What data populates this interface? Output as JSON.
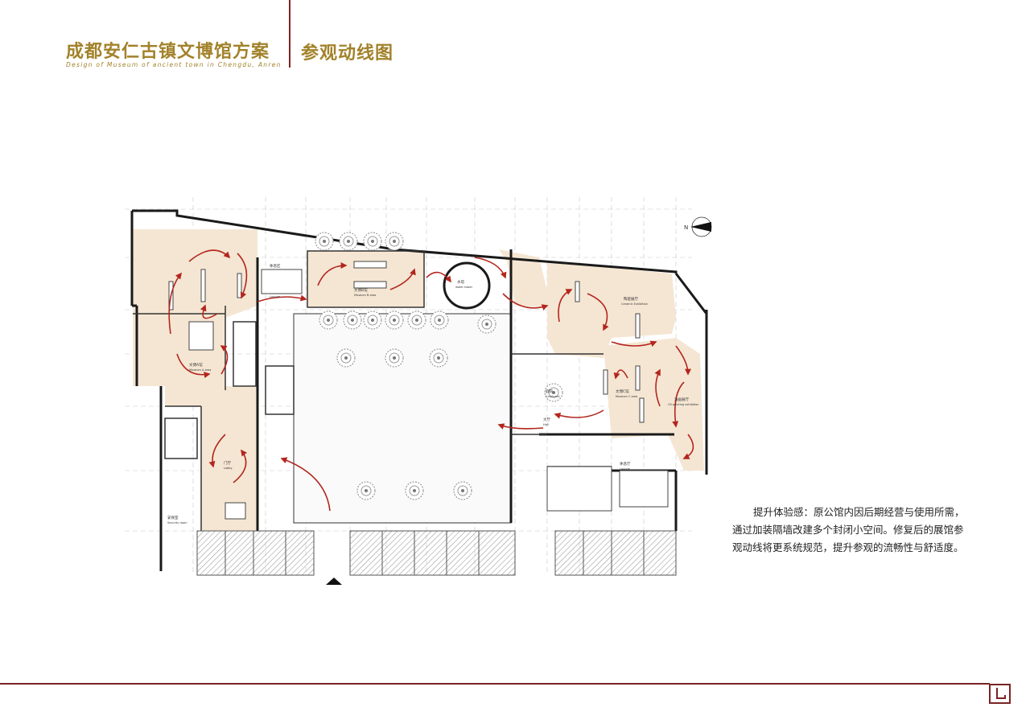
{
  "header": {
    "title": "成都安仁古镇文博馆方案",
    "subtitle": "Design of Museum of ancient town in Chengdu, Anren",
    "section_title": "参观动线图"
  },
  "plan": {
    "labels": {
      "museum_b": "文博B馆",
      "museum_b_en": "Museum B area",
      "museum_a": "文博A馆",
      "museum_a_en": "Museum A area",
      "museum_c": "文博C馆",
      "museum_c_en": "Museum C area",
      "ceramic": "陶瓷展厅",
      "ceramic_en": "Ceramic Exhibition",
      "lounge": "休息区",
      "lounge_en": "Lounge",
      "lobby": "门厅",
      "lobby_en": "Lobby",
      "security_room": "安保室",
      "security_room_en": "Security room",
      "courtyard": "庭院",
      "courtyard_en": "Courtyard",
      "hall": "大厅",
      "hall_en": "Hall",
      "rest_hall": "休息厅",
      "rest_hall_en": "Lounge",
      "oil_painting": "油画展厅",
      "oil_painting_en": "Oil painting exhibition",
      "water_tower": "水塔",
      "water_tower_en": "water tower",
      "north_mark": "N"
    },
    "colors": {
      "exhibition_fill": "#f5e6d3",
      "route_arrow": "#b3261e",
      "wall": "#1a1a1a",
      "tree": "#9a9a9a",
      "hatch": "#8c8c8c"
    }
  },
  "description": {
    "text": "提升体验感：原公馆内因后期经营与使用所需，通过加装隔墙改建多个封闭小空间。修复后的展馆参观动线将更系统规范，提升参观的流畅性与舒适度。"
  },
  "icons": {
    "north_arrow": "north-arrow-icon",
    "entrance_marker": "entrance-triangle-icon",
    "footer_logo": "square-spiral-logo-icon"
  }
}
